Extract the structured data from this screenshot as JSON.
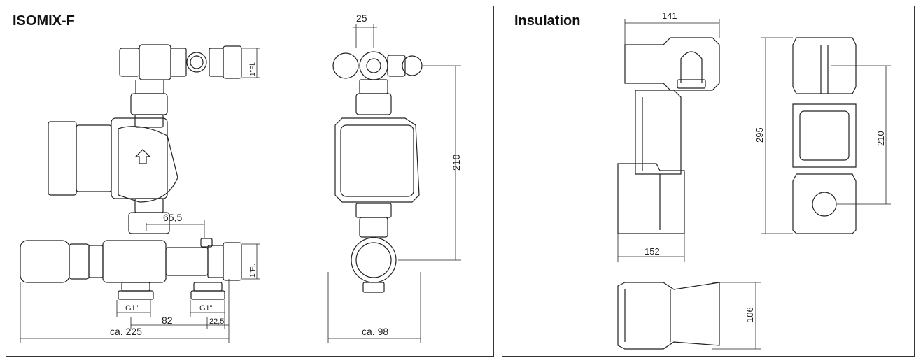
{
  "panels": {
    "left": {
      "title": "ISOMIX-F",
      "dimensions": {
        "top_width": "25",
        "pump_height": "210",
        "spacing_a": "65,5",
        "flange_top": "1\"Fl.",
        "flange_bottom": "1\"Fl.",
        "g1_left": "G1\"",
        "g1_right": "G1\"",
        "spacing_b": "82",
        "offset": "22,5",
        "overall_width": "ca. 225",
        "side_width": "ca. 98"
      }
    },
    "right": {
      "title": "Insulation",
      "dimensions": {
        "top_width": "141",
        "height_total": "295",
        "height_inner": "210",
        "bottom_width": "152",
        "depth": "106"
      }
    }
  },
  "colors": {
    "line": "#222222",
    "border": "#333333",
    "background": "#ffffff"
  }
}
